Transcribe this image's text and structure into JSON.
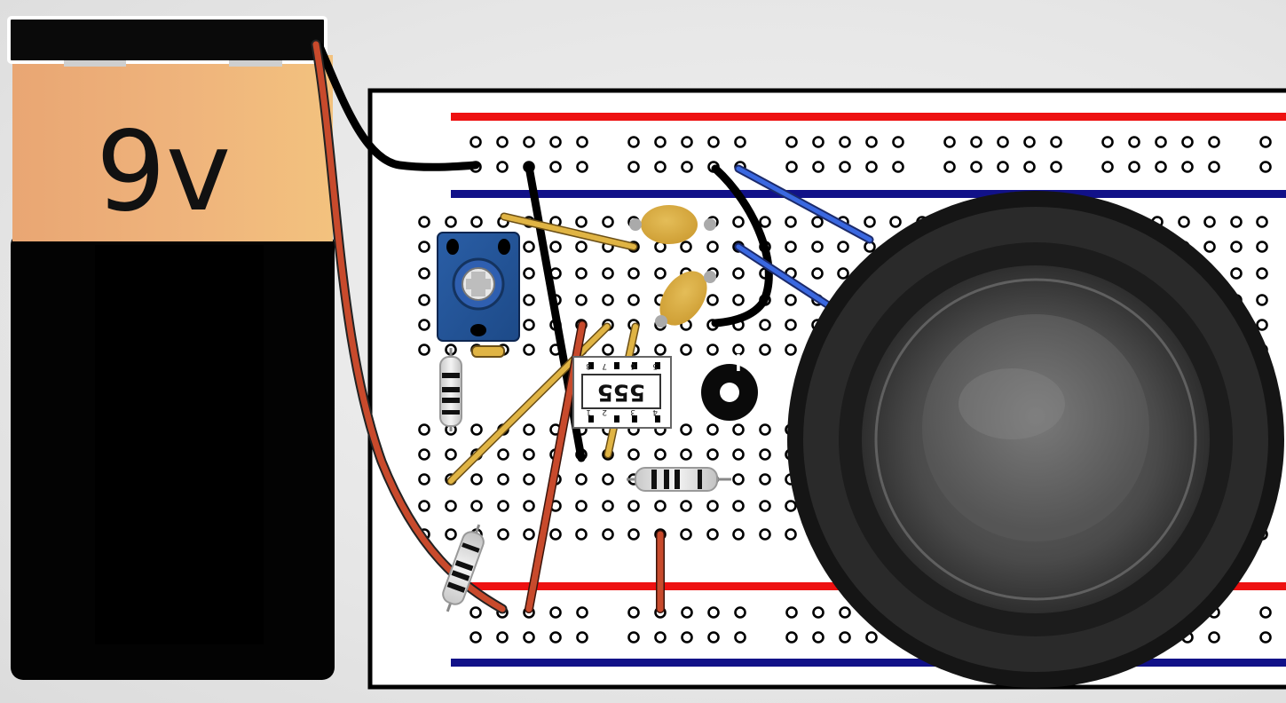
{
  "battery": {
    "label": "9v"
  },
  "ic": {
    "label": "555",
    "pin_numbers_top": [
      "8",
      "7",
      "6",
      "5"
    ],
    "pin_numbers_bottom": [
      "1",
      "2",
      "3",
      "4"
    ]
  },
  "capacitor": {
    "polarity_symbol": "+"
  },
  "colors": {
    "rail_positive": "#ee1111",
    "rail_negative": "#111188",
    "wire_red": "#c84a2c",
    "wire_black": "#000000",
    "wire_blue": "#3a68e0",
    "wire_yellow": "#e0b444",
    "battery_copper": "#e9a86e",
    "breadboard": "#ffffff"
  }
}
